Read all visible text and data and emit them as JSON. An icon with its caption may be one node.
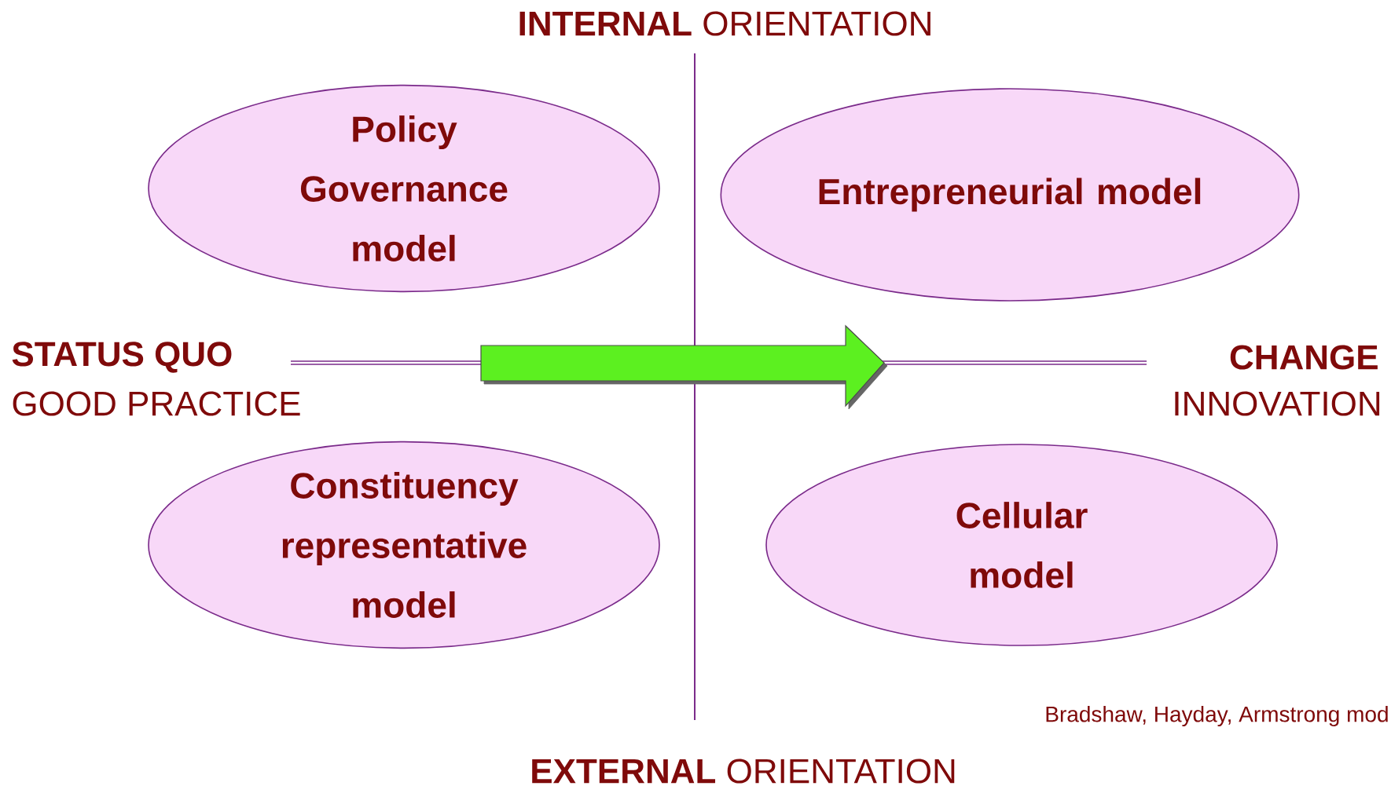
{
  "diagram": {
    "nodes": [
      {
        "text": [
          "Policy Governance model"
        ]
      },
      {
        "text": [
          "Entrepreneurial model"
        ]
      },
      {
        "text": [
          "Constituency representative model"
        ]
      },
      {
        "text": [
          "Cellular model"
        ]
      }
    ],
    "labels": [
      "**INTERNAL** ORIENTATION",
      "STATUS QUO",
      "CHANGE",
      "GOOD PRACTICE",
      "INNOVATION",
      "Bradshaw, Hayday, Armstrong mod",
      "**EXTERNAL** ORIENTATION"
    ]
  }
}
